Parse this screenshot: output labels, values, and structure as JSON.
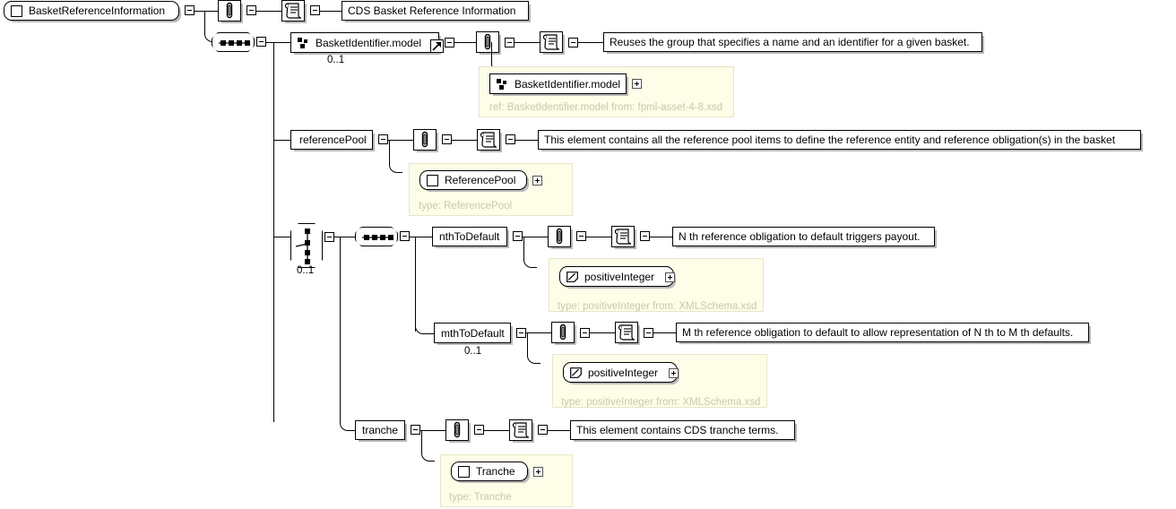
{
  "diagram": {
    "kind": "xsd-schema-tree",
    "root": {
      "name": "BasketReferenceInformation",
      "icon": "element-icon",
      "documentation": "CDS Basket Reference Information"
    },
    "compositors": {
      "root_sequence": {
        "type": "sequence",
        "icon": "sequence-icon"
      },
      "choice": {
        "type": "choice",
        "icon": "choice-icon",
        "cardinality": "0..1"
      },
      "inner_sequence": {
        "type": "sequence",
        "icon": "sequence-icon"
      }
    },
    "nodes": [
      {
        "id": "basketIdentifierModel",
        "label": "BasketIdentifier.model",
        "icon": "group-ref-icon",
        "shape": "rect",
        "cardinality": "0..1",
        "external_ref": true,
        "documentation": "Reuses the group that specifies a name and an identifier for a given basket.",
        "panel": {
          "label": "BasketIdentifier.model",
          "icon": "group-ref-icon",
          "note": "ref: BasketIdentifier.model from: fpml-asset-4-8.xsd"
        }
      },
      {
        "id": "referencePool",
        "label": "referencePool",
        "icon": "element-box-icon",
        "shape": "rect",
        "cardinality": "",
        "external_ref": false,
        "documentation": "This element contains all the reference pool items to define the reference entity and reference obligation(s) in the basket",
        "panel": {
          "label": "ReferencePool",
          "icon": "element-icon",
          "note": "type: ReferencePool"
        }
      },
      {
        "id": "nthToDefault",
        "label": "nthToDefault",
        "icon": "element-box-icon",
        "shape": "rect",
        "cardinality": "",
        "external_ref": false,
        "documentation": "N th reference obligation to default triggers payout.",
        "panel": {
          "label": "positiveInteger",
          "icon": "simple-type-icon",
          "note": "type: positiveInteger from: XMLSchema.xsd"
        }
      },
      {
        "id": "mthToDefault",
        "label": "mthToDefault",
        "icon": "element-box-icon",
        "shape": "rect",
        "cardinality": "0..1",
        "external_ref": false,
        "documentation": "M th reference obligation to default to allow representation of N th to M th defaults.",
        "panel": {
          "label": "positiveInteger",
          "icon": "simple-type-icon",
          "note": "type: positiveInteger from: XMLSchema.xsd"
        }
      },
      {
        "id": "tranche",
        "label": "tranche",
        "icon": "element-box-icon",
        "shape": "rect",
        "cardinality": "",
        "external_ref": false,
        "documentation": "This element contains CDS tranche terms.",
        "panel": {
          "label": "Tranche",
          "icon": "element-icon",
          "note": "type: Tranche"
        }
      }
    ],
    "icons": {
      "annotation": "annotation-icon",
      "documentation": "documentation-icon",
      "expander_minus": "collapse-icon",
      "expander_plus": "expand-icon",
      "external_link": "external-ref-arrow-icon"
    },
    "colors": {
      "panel_background": "#fdfde8",
      "panel_border": "#e6e6c8",
      "panel_note_text": "#c9c9ad",
      "line": "#000000",
      "shadow": "#b8b8b8",
      "node_background": "#ffffff"
    }
  }
}
